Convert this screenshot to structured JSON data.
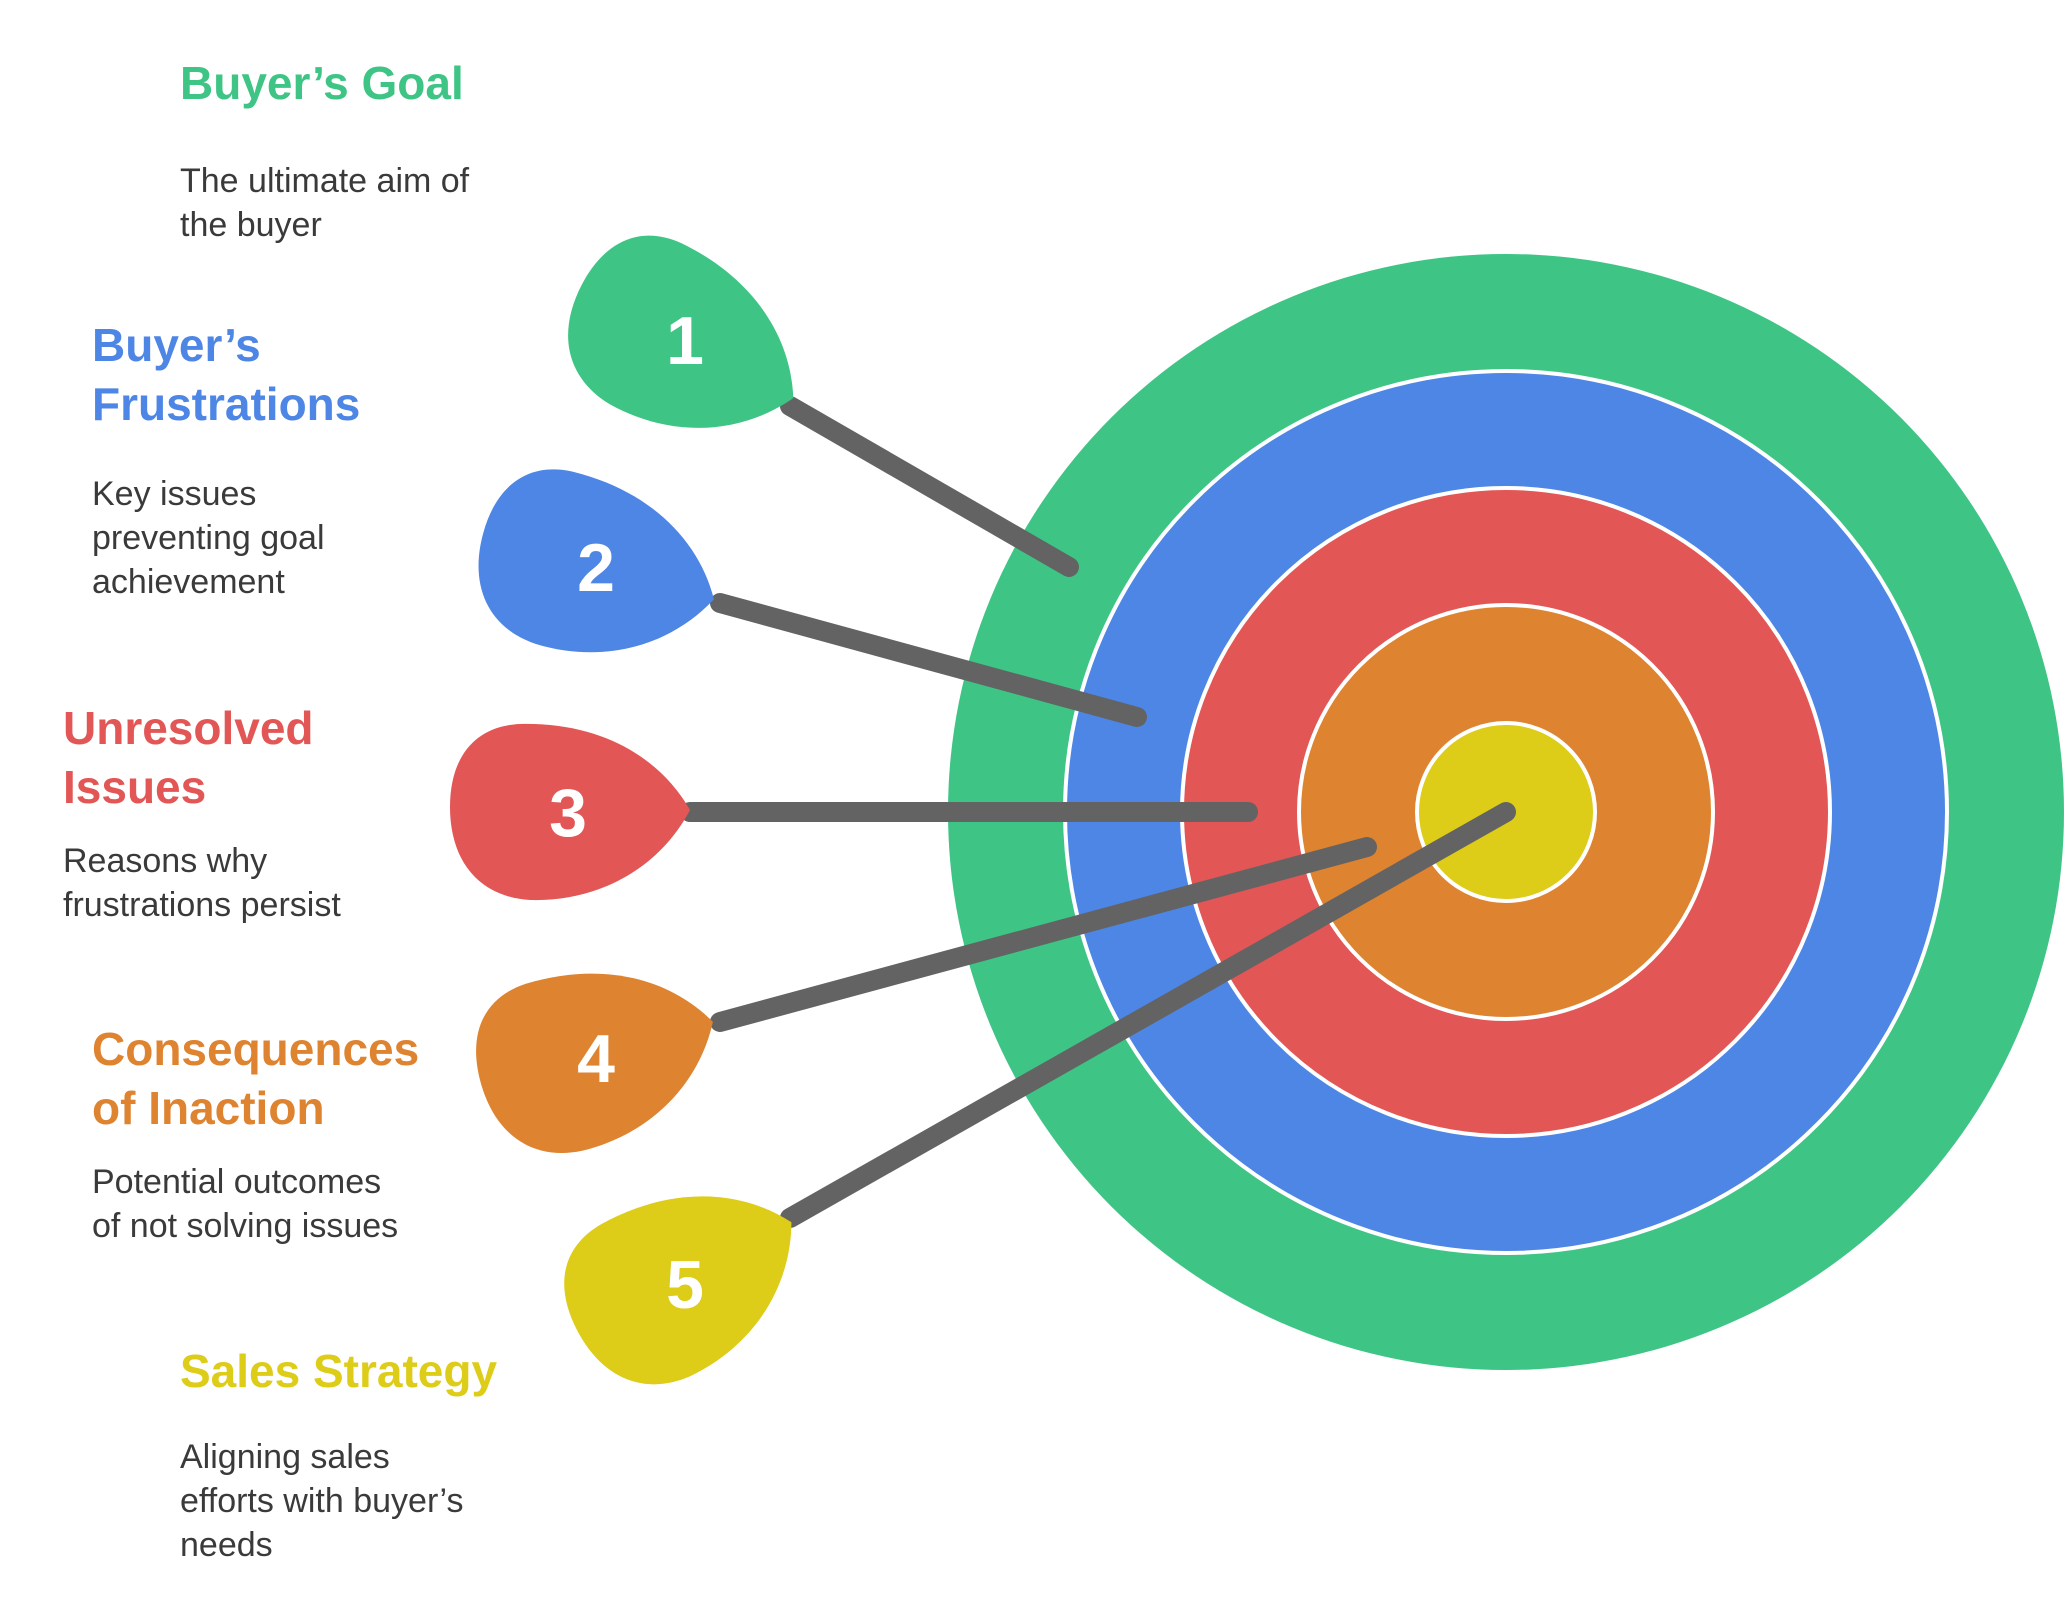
{
  "colors": {
    "green": "#3EC585",
    "blue": "#4E86E5",
    "red": "#E25656",
    "orange": "#DE8330",
    "yellow": "#DDCC18",
    "shaft": "#636363",
    "ring_border": "#ffffff"
  },
  "target_rings": [
    {
      "name": "ring-green",
      "color": "#3EC585"
    },
    {
      "name": "ring-blue",
      "color": "#4E86E5"
    },
    {
      "name": "ring-red",
      "color": "#E25656"
    },
    {
      "name": "ring-orange",
      "color": "#DE8330"
    },
    {
      "name": "ring-yellow",
      "color": "#DDCC18"
    }
  ],
  "items": [
    {
      "number": "1",
      "title": "Buyer’s Goal",
      "description_lines": [
        "The ultimate aim of",
        "the buyer"
      ],
      "color": "#3EC585"
    },
    {
      "number": "2",
      "title_lines": [
        "Buyer’s",
        "Frustrations"
      ],
      "description_lines": [
        "Key issues",
        "preventing goal",
        "achievement"
      ],
      "color": "#4E86E5"
    },
    {
      "number": "3",
      "title_lines": [
        "Unresolved",
        "Issues"
      ],
      "description_lines": [
        "Reasons why",
        "frustrations persist"
      ],
      "color": "#E25656"
    },
    {
      "number": "4",
      "title_lines": [
        "Consequences",
        "of Inaction"
      ],
      "description_lines": [
        "Potential outcomes",
        "of not solving issues"
      ],
      "color": "#DE8330"
    },
    {
      "number": "5",
      "title": "Sales Strategy",
      "description_lines": [
        "Aligning sales",
        "efforts with buyer’s",
        "needs"
      ],
      "color": "#DDCC18"
    }
  ]
}
